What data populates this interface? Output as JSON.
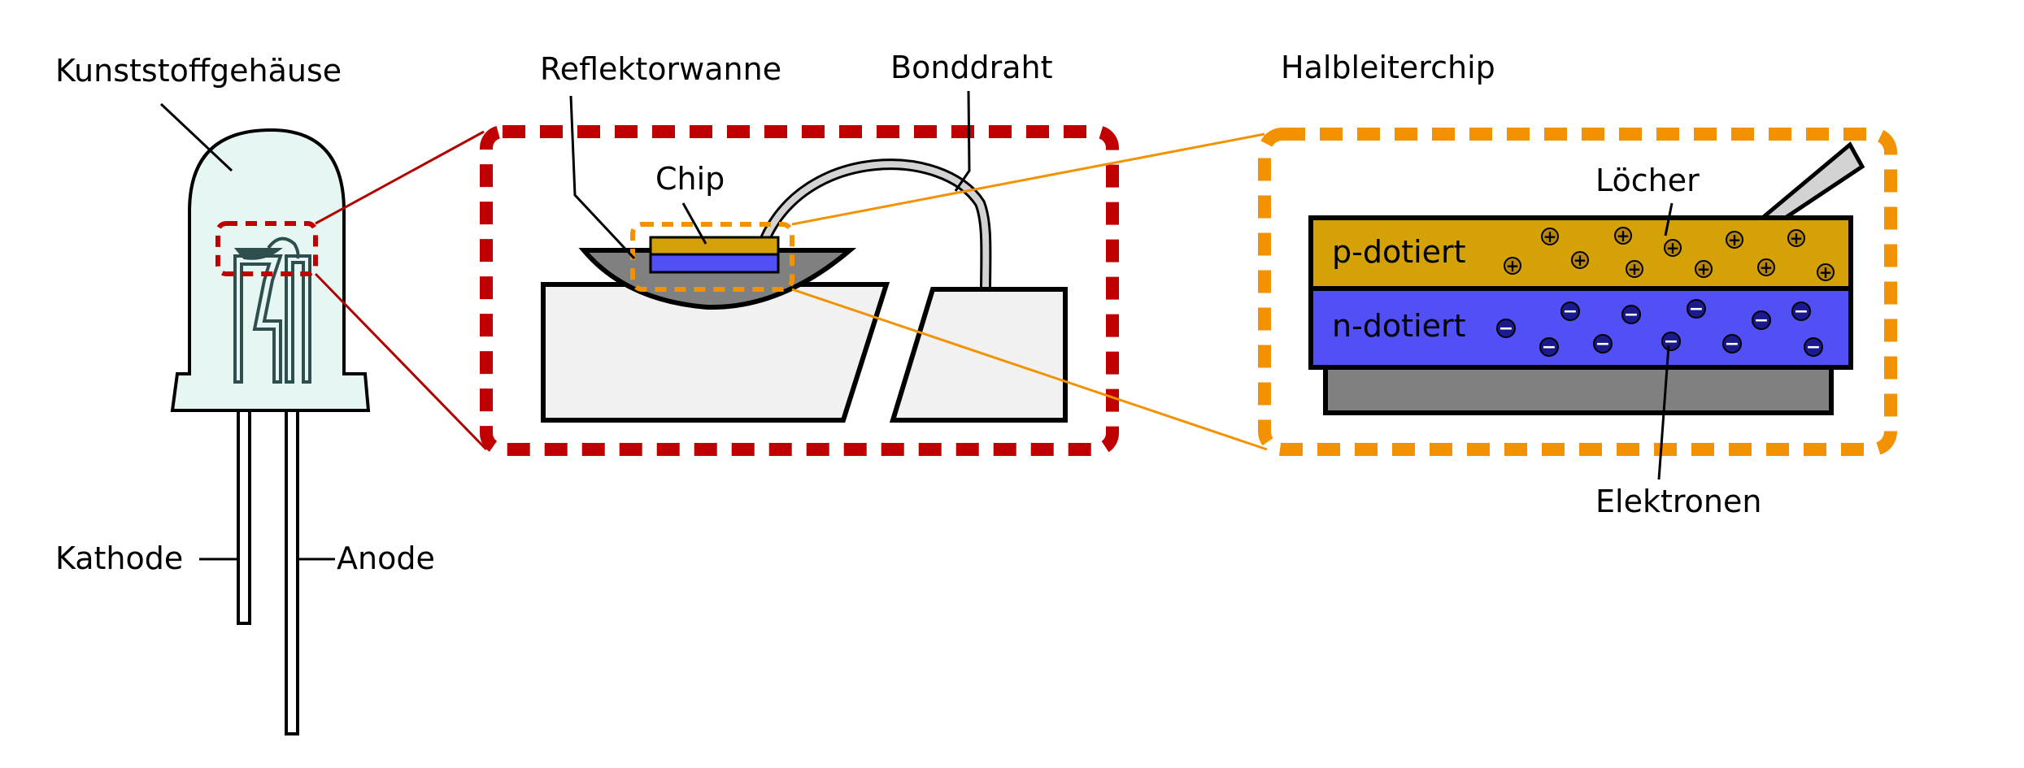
{
  "labels": {
    "housing": "Kunststoffgehäuse",
    "cathode": "Kathode",
    "anode": "Anode",
    "reflector": "Reflektorwanne",
    "chip": "Chip",
    "bondwire": "Bonddraht",
    "semiconductor": "Halbleiterchip",
    "holes": "Löcher",
    "p_layer": "p-dotiert",
    "n_layer": "n-dotiert",
    "electrons": "Elektronen"
  },
  "symbols": {
    "plus": "+",
    "minus": "−"
  },
  "colors": {
    "housing_fill": "#e6f6f3",
    "led_zoom_red": "#c00000",
    "chip_zoom_orange": "#f39200",
    "p_doped": "#d4a106",
    "n_doped": "#5050f5",
    "substrate": "#808080",
    "body_fill": "#f1f1f1"
  }
}
